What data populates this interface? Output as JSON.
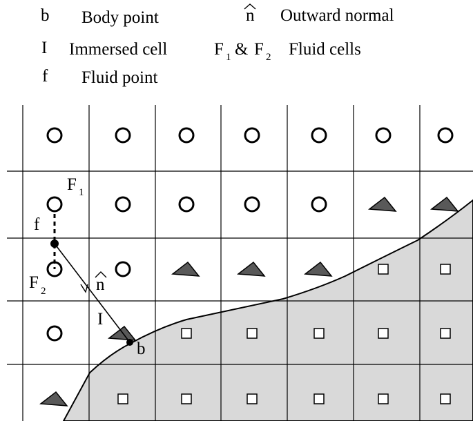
{
  "legend": {
    "body_point_symbol": "b",
    "body_point_text": "Body point",
    "normal_symbol": "n",
    "normal_text": "Outward normal",
    "immersed_symbol": "I",
    "immersed_text": "Immersed cell",
    "fluid_cells_symbol_f": "F",
    "fluid_cells_sub1": "1",
    "fluid_cells_amp": "&",
    "fluid_cells_sub2": "2",
    "fluid_cells_text": "Fluid cells",
    "fluid_point_symbol": "f",
    "fluid_point_text": "Fluid point"
  },
  "labels": {
    "F": "F",
    "F1_sub": "1",
    "F2_sub": "2",
    "f": "f",
    "n": "n",
    "I": "I",
    "b": "b"
  },
  "colors": {
    "body_fill": "#d9d9d9",
    "triangle_fill": "#595959",
    "line": "#000000"
  },
  "grid": {
    "rows": [
      [
        "circle",
        "circle",
        "circle",
        "circle",
        "circle",
        "circle",
        "circle"
      ],
      [
        "circle",
        "circle",
        "circle",
        "circle",
        "circle",
        "triangle",
        "triangle"
      ],
      [
        "circle",
        "circle",
        "triangle",
        "triangle",
        "triangle",
        "square",
        "square"
      ],
      [
        "circle",
        "triangle",
        "square",
        "square",
        "square",
        "square",
        "square"
      ],
      [
        "triangle",
        "square",
        "square",
        "square",
        "square",
        "square",
        "square"
      ]
    ]
  }
}
